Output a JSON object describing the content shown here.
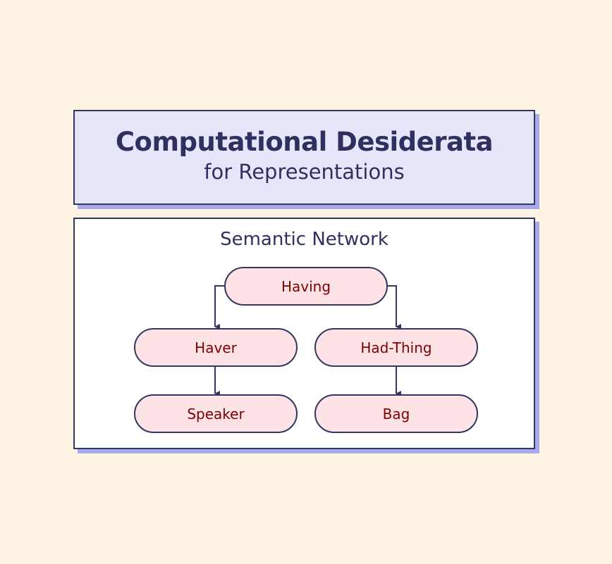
{
  "title": {
    "main": "Computational Desiderata",
    "sub": "for Representations"
  },
  "network": {
    "heading": "Semantic Network",
    "nodes": {
      "having": "Having",
      "haver": "Haver",
      "had_thing": "Had-Thing",
      "speaker": "Speaker",
      "bag": "Bag"
    }
  },
  "colors": {
    "background": "#fdf3e3",
    "title_fill": "#e6e6fa",
    "shadow": "#a9a9ee",
    "node_fill": "#fde3e6",
    "node_text": "#800000",
    "ink": "#33365e"
  }
}
